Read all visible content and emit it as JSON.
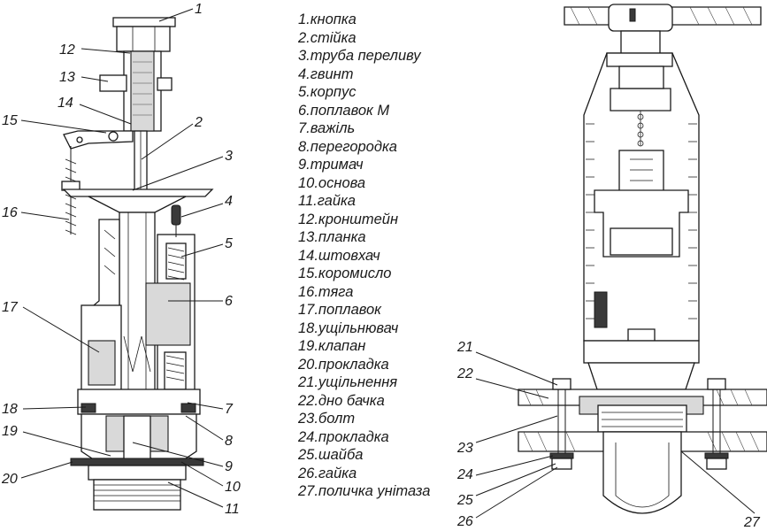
{
  "legend": [
    "1.кнопка",
    "2.стійка",
    "3.труба переливу",
    "4.гвинт",
    "5.корпус",
    "6.поплавок М",
    "7.важіль",
    "8.перегородка",
    "9.тримач",
    "10.основа",
    "11.гайка",
    "12.кронштейн",
    "13.планка",
    "14.штовхач",
    "15.коромисло",
    "16.тяга",
    "17.поплавок",
    "18.ущільнювач",
    "19.клапан",
    "20.прокладка",
    "21.ущільнення",
    "22.дно бачка",
    "23.болт",
    "24.прокладка",
    "25.шайба",
    "26.гайка",
    "27.поличка унітаза"
  ],
  "callouts_left": [
    "1",
    "12",
    "13",
    "14",
    "15",
    "2",
    "3",
    "16",
    "4",
    "5",
    "6",
    "17",
    "18",
    "7",
    "19",
    "8",
    "20",
    "9",
    "10",
    "11"
  ],
  "callouts_right": [
    "21",
    "22",
    "23",
    "24",
    "25",
    "26",
    "27"
  ]
}
